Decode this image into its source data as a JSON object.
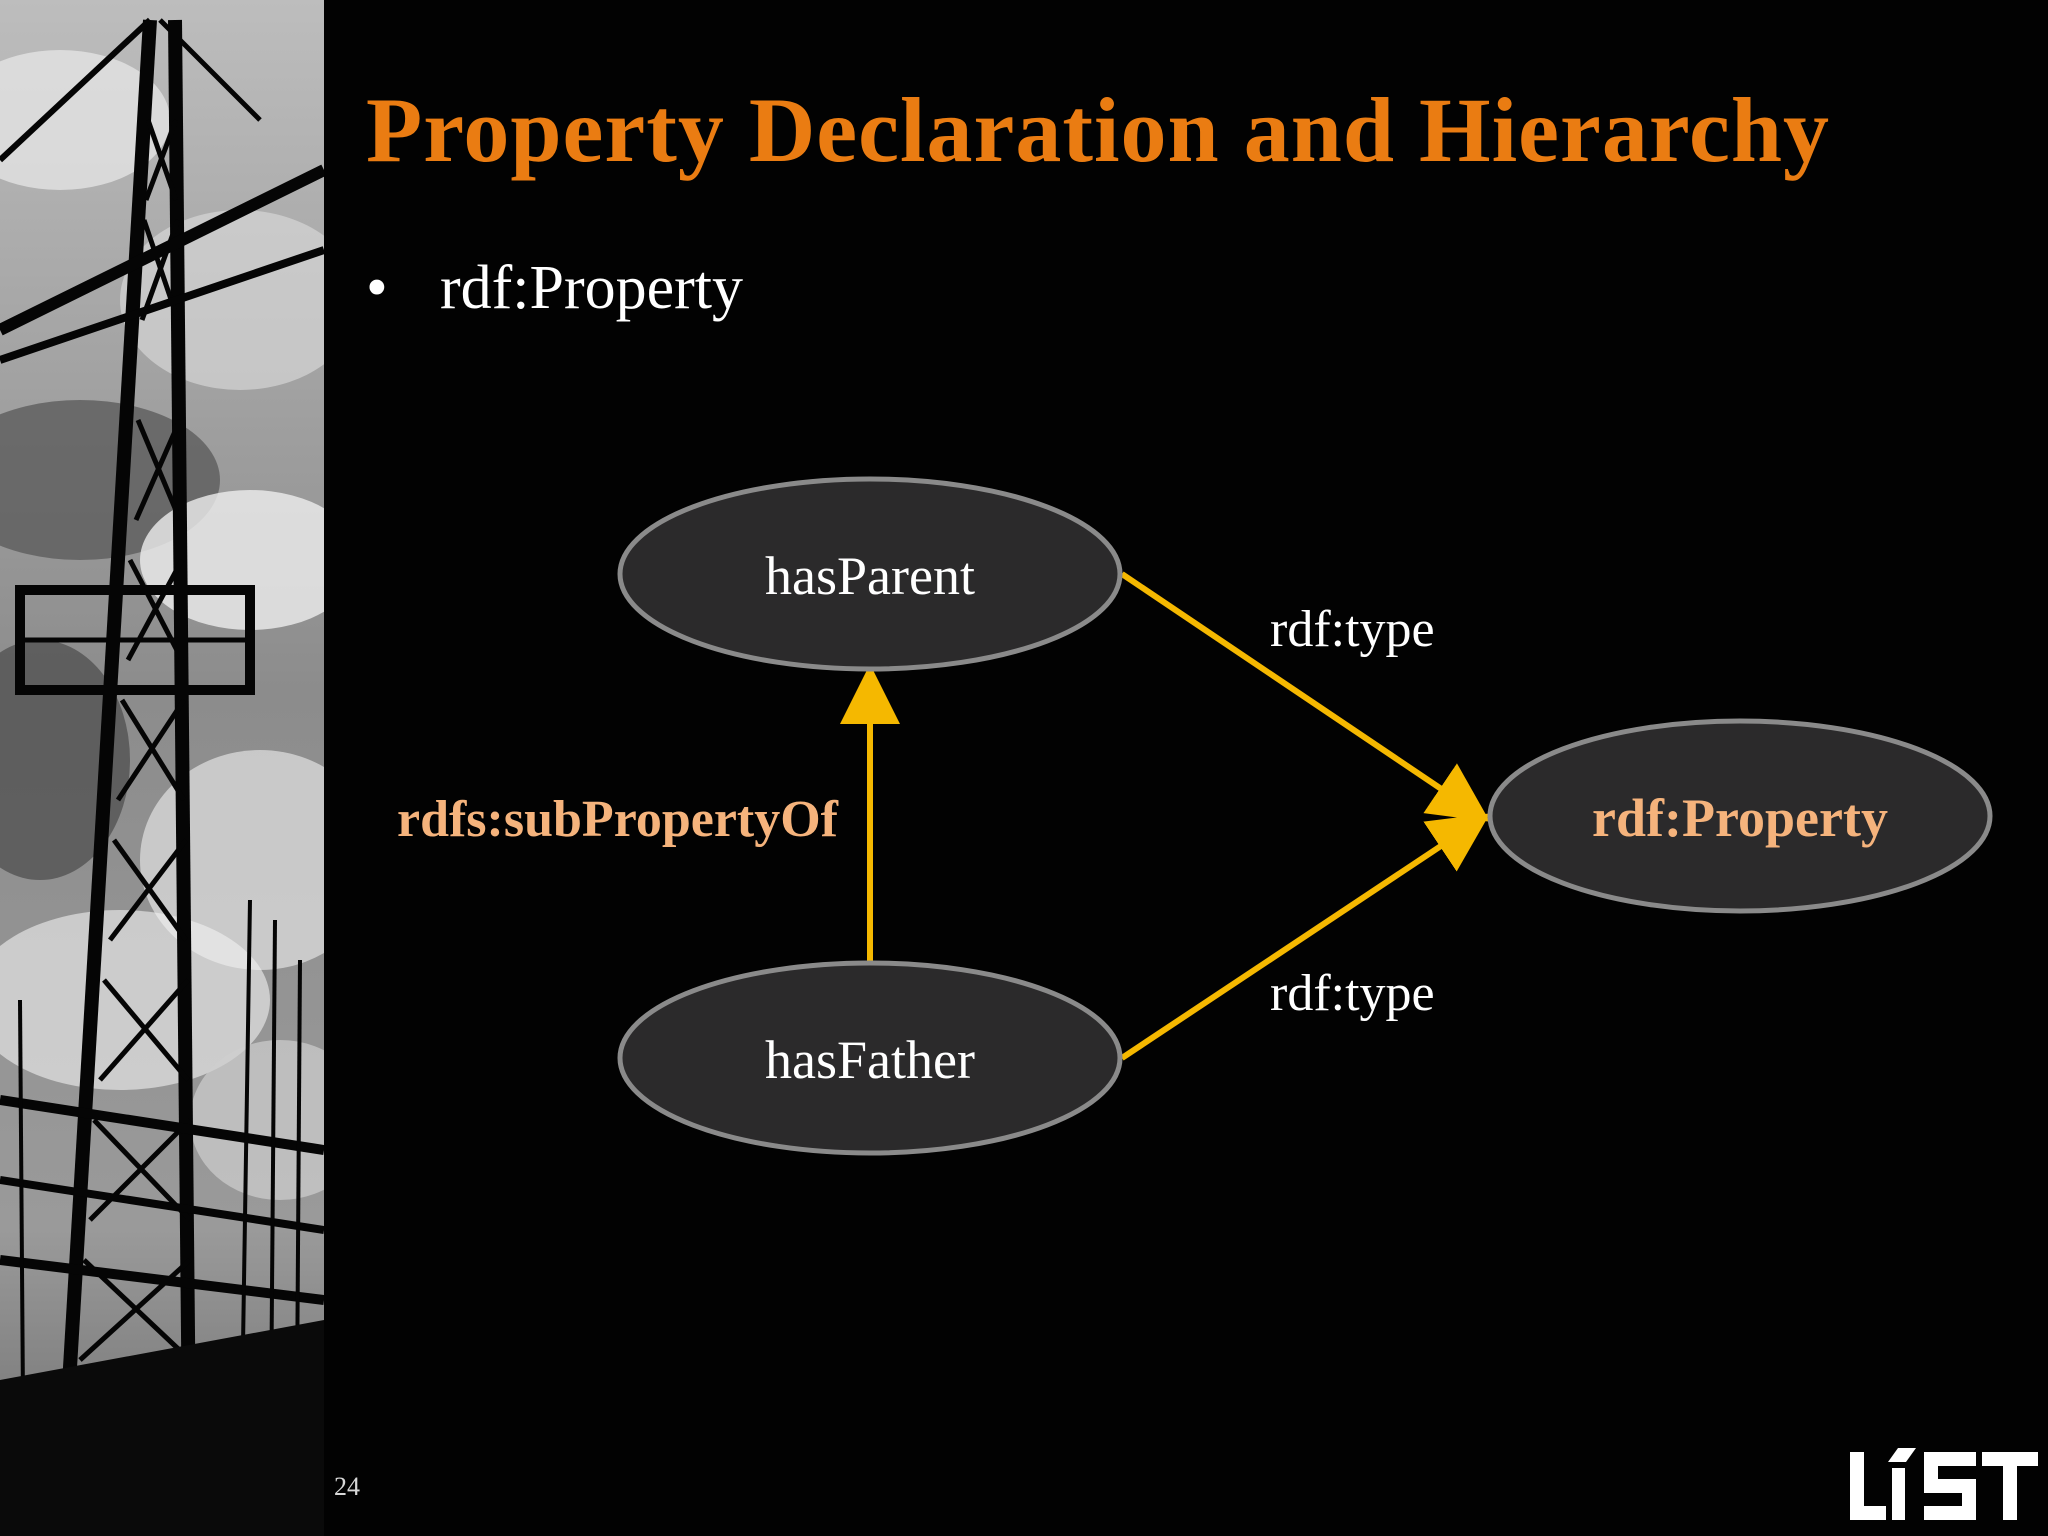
{
  "slide": {
    "title": "Property Declaration and Hierarchy",
    "bullets": [
      {
        "marker": "•",
        "text": "rdf:Property"
      }
    ],
    "page_number": "24",
    "logo_text": "LiST"
  },
  "diagram": {
    "nodes": [
      {
        "id": "hasParent",
        "label": "hasParent"
      },
      {
        "id": "hasFather",
        "label": "hasFather"
      },
      {
        "id": "rdfProperty",
        "label": "rdf:Property",
        "highlight": true
      }
    ],
    "edges": [
      {
        "from": "hasFather",
        "to": "hasParent",
        "label": "rdfs:subPropertyOf",
        "highlight": true
      },
      {
        "from": "hasParent",
        "to": "rdfProperty",
        "label": "rdf:type"
      },
      {
        "from": "hasFather",
        "to": "rdfProperty",
        "label": "rdf:type"
      }
    ]
  },
  "colors": {
    "title": "#ea7c12",
    "arrow": "#f5b800",
    "node_fill": "#2b2a2b",
    "node_stroke": "#8a8a8a",
    "accent_text": "#f5b37c"
  }
}
